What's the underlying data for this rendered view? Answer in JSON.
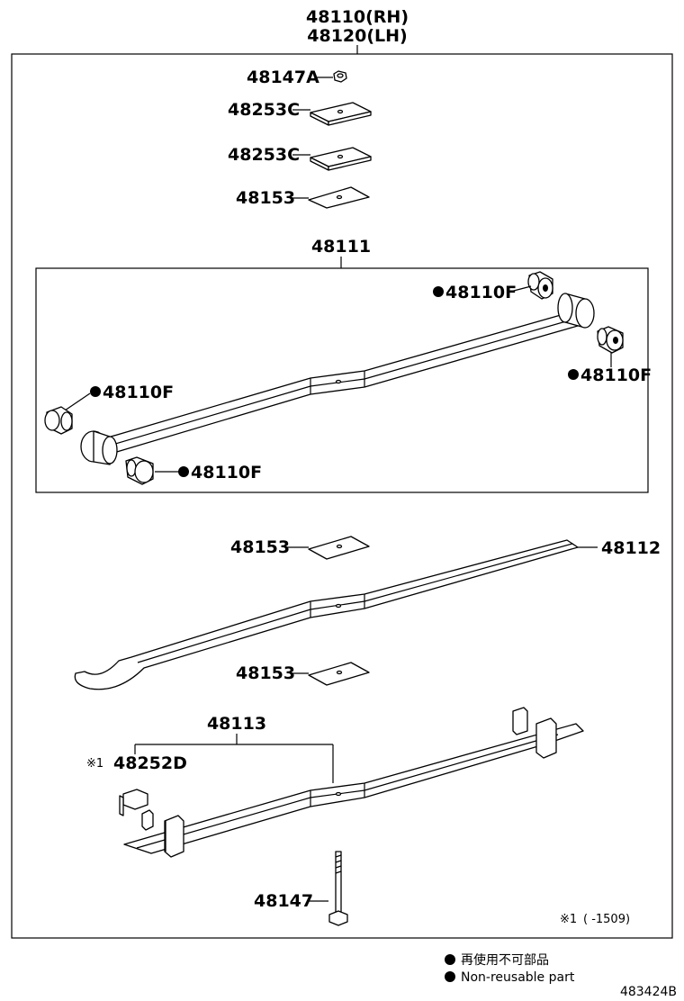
{
  "assembly": {
    "part_rh": "48110(RH)",
    "part_lh": "48120(LH)"
  },
  "parts": {
    "nut": "48147A",
    "spacer_1": "48253C",
    "spacer_2": "48253C",
    "insert_top": "48153",
    "leaf_no1": "48111",
    "bushing_tr": "48110F",
    "bushing_r": "48110F",
    "bushing_l": "48110F",
    "bushing_bl": "48110F",
    "insert_mid": "48153",
    "leaf_no2": "48112",
    "insert_low": "48153",
    "leaf_no3": "48113",
    "clip_note": "※1",
    "clip": "48252D",
    "bolt": "48147"
  },
  "footnote": {
    "mark": "※1",
    "range": "(       -1509)"
  },
  "legend": {
    "jp": "再使用不可部品",
    "en": "Non-reusable part"
  },
  "diagram_id": "483424B",
  "colors": {
    "ink": "#000000",
    "background": "#ffffff"
  }
}
